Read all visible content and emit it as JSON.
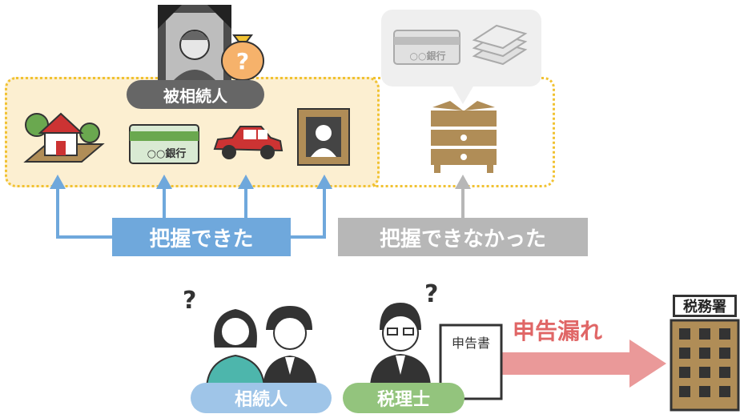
{
  "labels": {
    "decedent": "被相続人",
    "known": "把握できた",
    "unknown": "把握できなかった",
    "heirs": "相続人",
    "tax_accountant": "税理士",
    "omission": "申告漏れ",
    "tax_office": "税務署",
    "tax_return_doc": "申告書",
    "bank": "○○銀行",
    "bank_hidden": "○○銀行",
    "question": "?"
  },
  "colors": {
    "known": "#6fa8dc",
    "unknown": "#b7b7b7",
    "box_fill": "#fcefd1",
    "box_border": "#f1c232",
    "omission": "#e06666",
    "heirs": "#9fc5e8",
    "tax_accountant": "#93c47d"
  },
  "icons": [
    "portrait-icon",
    "money-bag-icon",
    "house-icon",
    "bank-book-icon",
    "car-icon",
    "painting-icon",
    "chest-icon",
    "speech-bubble-icon",
    "bank-book-hidden-icon",
    "cash-stack-icon",
    "heirs-icon",
    "tax-accountant-icon",
    "document-icon",
    "tax-office-icon"
  ]
}
